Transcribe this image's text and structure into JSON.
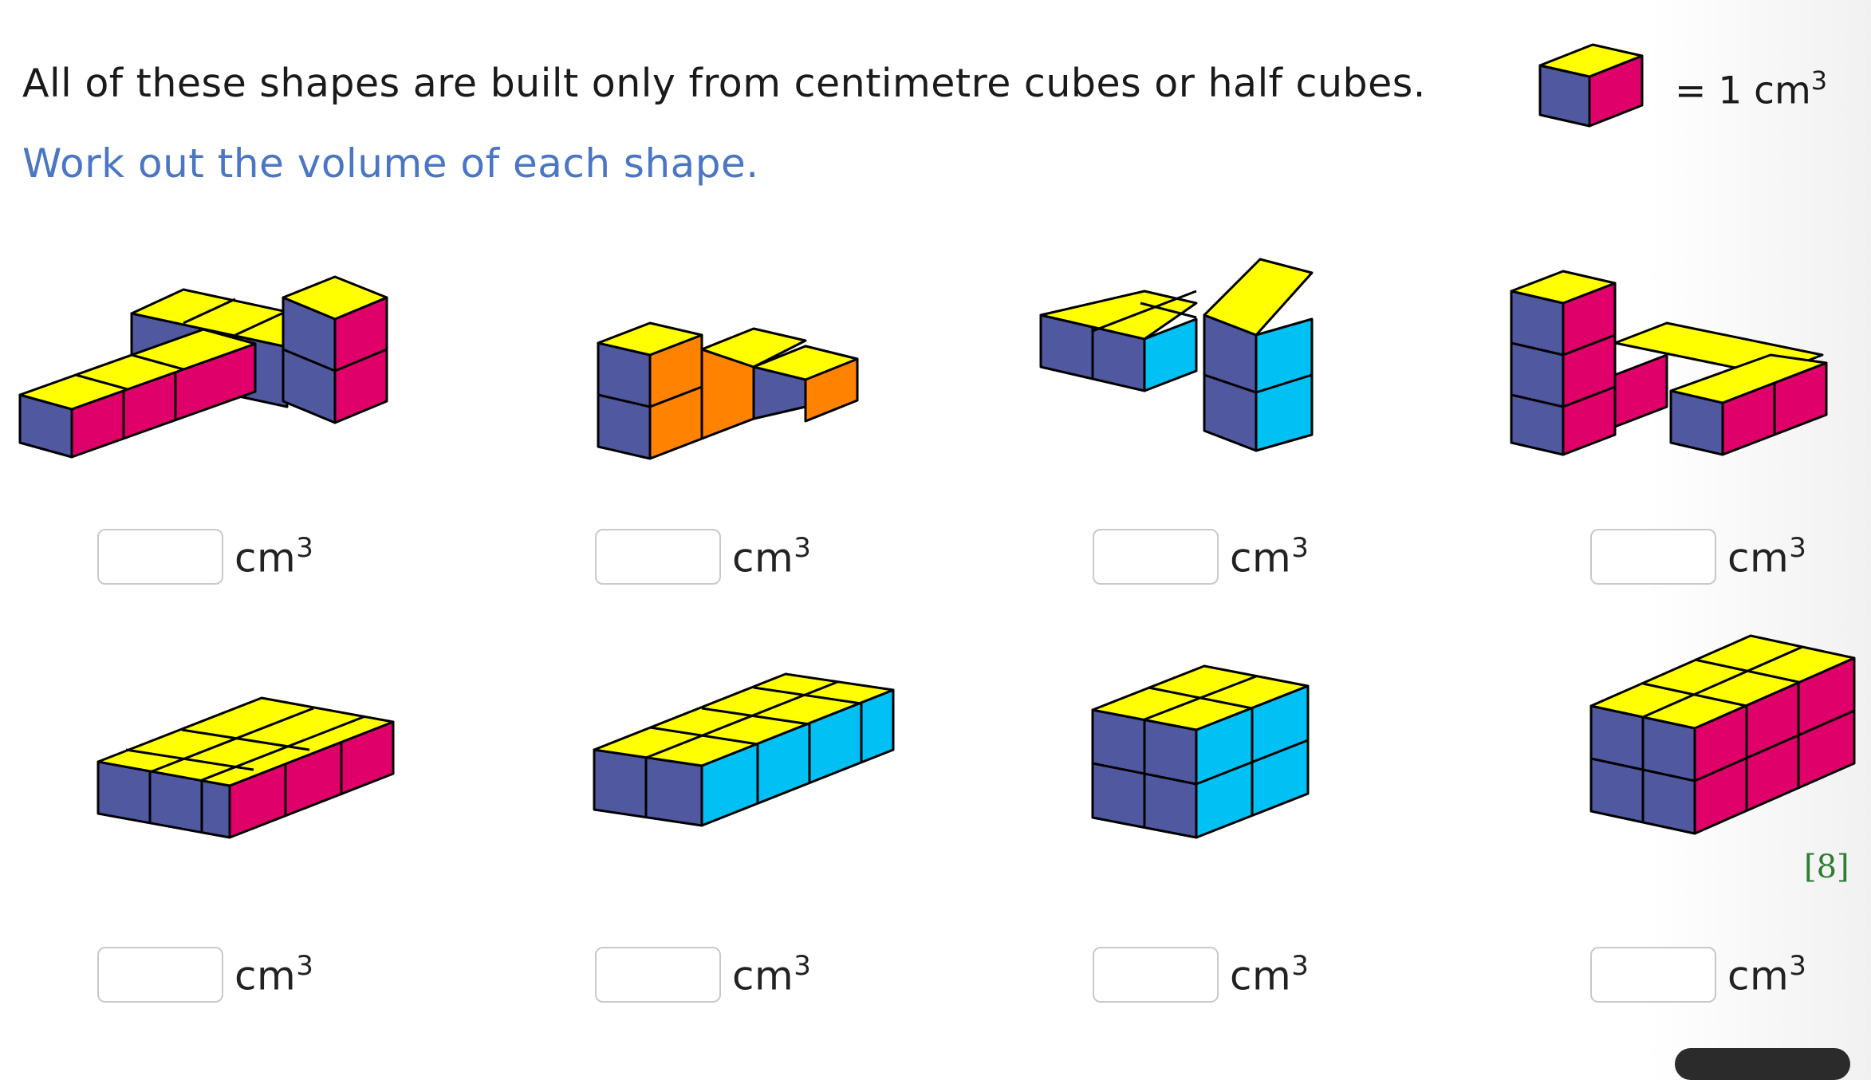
{
  "instruction": "All of these shapes are built only from centimetre cubes or half cubes.",
  "subinstruction": "Work out the volume of each shape.",
  "key": {
    "equals": "= 1 cm",
    "exponent": "3"
  },
  "colors": {
    "top": "#ffff00",
    "left_face": "#5058a0",
    "pink": "#e0006a",
    "orange": "#ff8200",
    "cyan": "#00c0f4",
    "subinstruction": "#4a76c4",
    "marks": "#2f7d32"
  },
  "answers": [
    {
      "unit": "cm",
      "exponent": "3",
      "value": ""
    },
    {
      "unit": "cm",
      "exponent": "3",
      "value": ""
    },
    {
      "unit": "cm",
      "exponent": "3",
      "value": ""
    },
    {
      "unit": "cm",
      "exponent": "3",
      "value": ""
    },
    {
      "unit": "cm",
      "exponent": "3",
      "value": ""
    },
    {
      "unit": "cm",
      "exponent": "3",
      "value": ""
    },
    {
      "unit": "cm",
      "exponent": "3",
      "value": ""
    },
    {
      "unit": "cm",
      "exponent": "3",
      "value": ""
    }
  ],
  "marks": "[8]"
}
